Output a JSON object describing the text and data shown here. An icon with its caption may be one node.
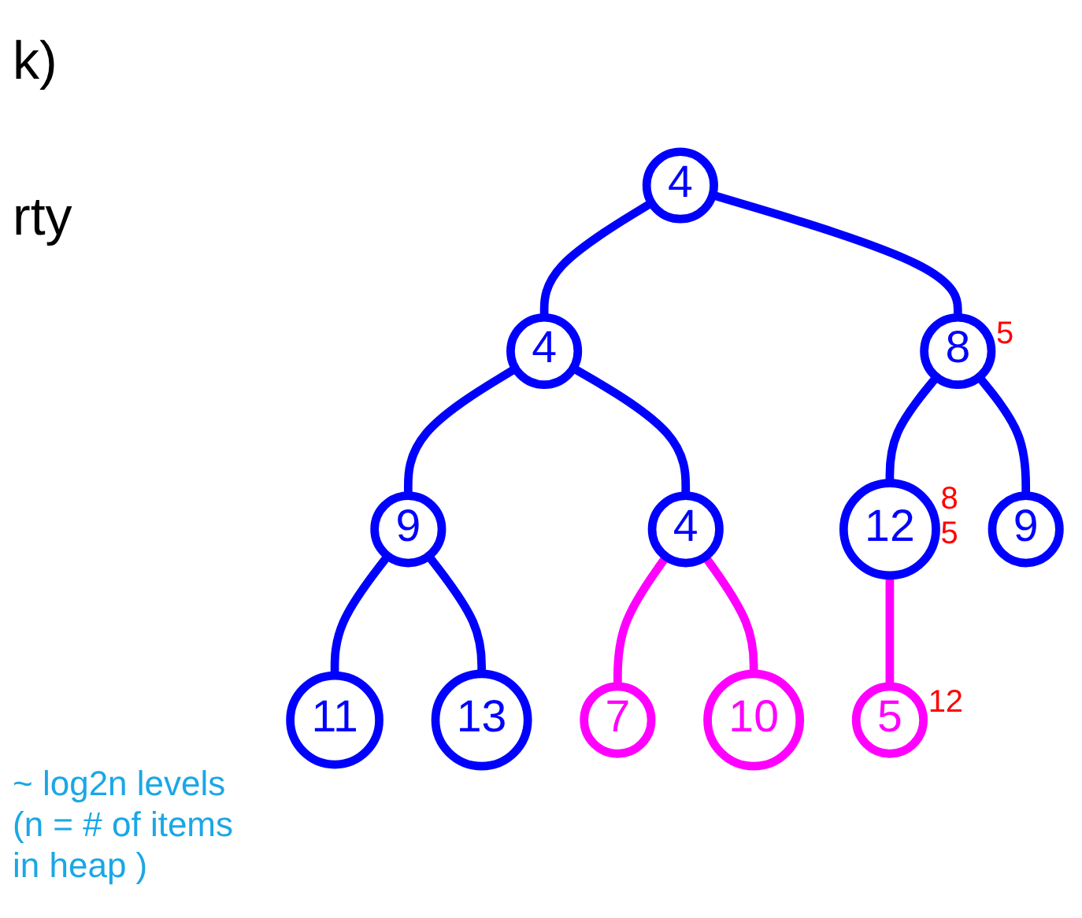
{
  "diagram": {
    "nodes": [
      {
        "text": [
          "4"
        ]
      },
      {
        "text": [
          "4"
        ]
      },
      {
        "text": [
          "8"
        ],
        "beside": [
          "5"
        ]
      },
      {
        "text": [
          "9"
        ]
      },
      {
        "text": [
          "4"
        ]
      },
      {
        "text": [
          "12"
        ],
        "beside": [
          "8",
          "5"
        ]
      },
      {
        "text": [
          "9"
        ]
      },
      {
        "text": [
          "11"
        ]
      },
      {
        "text": [
          "13"
        ]
      },
      {
        "text": [
          "7"
        ]
      },
      {
        "text": [
          "10"
        ]
      },
      {
        "text": [
          "5"
        ],
        "beside": [
          "12"
        ]
      }
    ],
    "edges": [
      {
        "from": 0,
        "to": 1,
        "arrow": "none"
      },
      {
        "from": 0,
        "to": 2,
        "arrow": "none"
      },
      {
        "from": 1,
        "to": 3,
        "arrow": "none"
      },
      {
        "from": 1,
        "to": 4,
        "arrow": "none"
      },
      {
        "from": 2,
        "to": 5,
        "arrow": "none"
      },
      {
        "from": 2,
        "to": 6,
        "arrow": "none"
      },
      {
        "from": 3,
        "to": 7,
        "arrow": "none"
      },
      {
        "from": 3,
        "to": 8,
        "arrow": "none"
      },
      {
        "from": 4,
        "to": 9,
        "arrow": "none",
        "color": "#ff00ff"
      },
      {
        "from": 4,
        "to": 10,
        "arrow": "none",
        "color": "#ff00ff"
      },
      {
        "from": 5,
        "to": 11,
        "arrow": "none",
        "color": "#ff00ff"
      }
    ],
    "labels": [
      "k)",
      "rty",
      "~ log2n levels  (n = # of items in heap )"
    ]
  }
}
